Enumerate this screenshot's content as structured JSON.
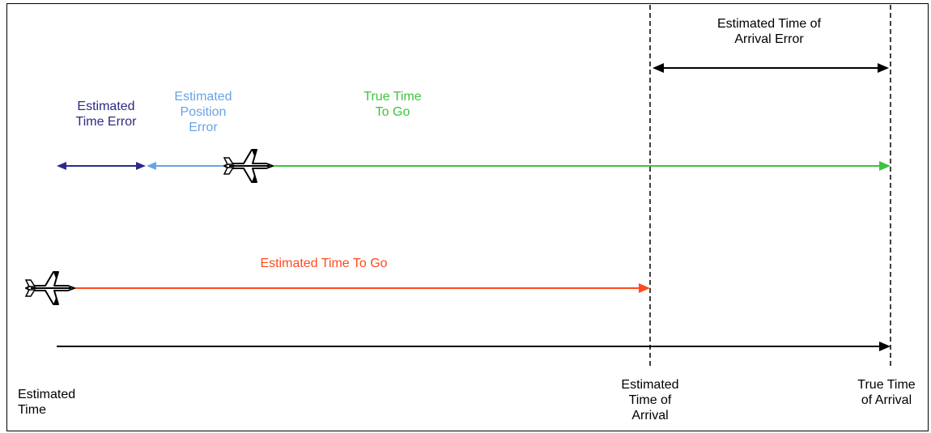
{
  "colors": {
    "estimated_time_error": "#2b2b86",
    "estimated_position_error": "#6aa2e8",
    "true_time_to_go": "#3cc43c",
    "estimated_time_to_go": "#ff4a1c",
    "timeline": "#000000"
  },
  "labels": {
    "estimated_time_error": "Estimated\nTime Error",
    "estimated_position_error": "Estimated\nPosition\nError",
    "true_time_to_go": "True Time\nTo Go",
    "estimated_time_of_arrival_error": "Estimated Time of\nArrival Error",
    "estimated_time_to_go": "Estimated Time To Go",
    "estimated_time": "Estimated\nTime",
    "estimated_time_of_arrival": "Estimated\nTime of\nArrival",
    "true_time_of_arrival": "True Time\nof Arrival"
  },
  "icons": {
    "aircraft": "airplane-icon"
  }
}
